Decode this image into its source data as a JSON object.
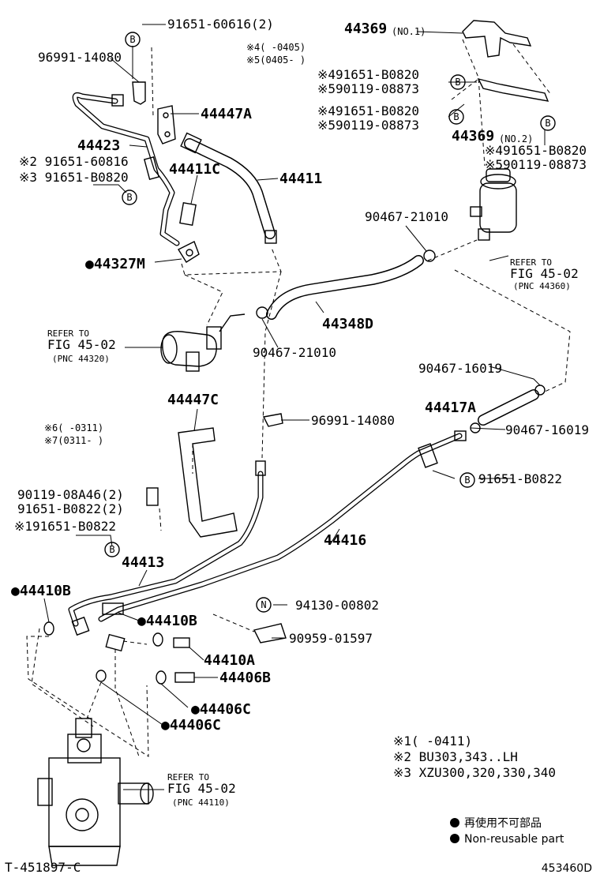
{
  "labels": {
    "p_91651_60616_2": "91651-60616(2)",
    "p_96991_14080_top": "96991-14080",
    "p_44447A": "44447A",
    "p_44423": "44423",
    "p_x2_91651_60816": "※2 91651-60816",
    "p_x3_91651_B0820": "※3 91651-B0820",
    "p_44411C": "44411C",
    "p_44411": "44411",
    "p_44327M": "●44327M",
    "p_refer_45_02_a_l1": "REFER TO",
    "p_refer_45_02_a_l2": "FIG 45-02",
    "p_refer_45_02_a_l3": "(PNC 44320)",
    "p_90467_21010_low": "90467-21010",
    "p_44348D": "44348D",
    "p_90467_21010_up": "90467-21010",
    "p_refer_45_02_b_l1": "REFER TO",
    "p_refer_45_02_b_l2": "FIG 45-02",
    "p_refer_45_02_b_l3": "(PNC 44360)",
    "p_note4_range": "※4(    -0405)",
    "p_note5_range": "※5(0405-    )",
    "p_44369_no1": "44369",
    "p_no1": "(NO.1)",
    "p_x4_91651_B0820_a": "※491651-B0820",
    "p_x5_90119_08873_a": "※590119-08873",
    "p_x4_91651_B0820_b": "※491651-B0820",
    "p_x5_90119_08873_b": "※590119-08873",
    "p_44369_no2": "44369",
    "p_no2": "(NO.2)",
    "p_x4_91651_B0820_c": "※491651-B0820",
    "p_x5_90119_08873_c": "※590119-08873",
    "p_90467_16019_a": "90467-16019",
    "p_44417A": "44417A",
    "p_90467_16019_b": "90467-16019",
    "p_44447C": "44447C",
    "p_96991_14080_mid": "96991-14080",
    "p_note6_range": "※6(    -0311)",
    "p_note7_range": "※7(0311-    )",
    "p_90119_08A46_2": "90119-08A46(2)",
    "p_91651_B0822_2": "91651-B0822(2)",
    "p_x1_91651_B0822": "※191651-B0822",
    "p_91651_B0822": "91651-B0822",
    "p_44413": "44413",
    "p_44416": "44416",
    "p_44410B_a": "●44410B",
    "p_44410B_b": "●44410B",
    "p_94130_00802": "94130-00802",
    "p_90959_01597": "90959-01597",
    "p_44410A": "44410A",
    "p_44406B": "44406B",
    "p_44406C_a": "●44406C",
    "p_44406C_b": "●44406C",
    "p_refer_45_02_c_l1": "REFER TO",
    "p_refer_45_02_c_l2": "FIG 45-02",
    "p_refer_45_02_c_l3": "(PNC 44110)"
  },
  "markers": {
    "bolt_symbol": "B",
    "nut_symbol": "N"
  },
  "notes": {
    "n1": "※1(     -0411)",
    "n2": "※2 BU303,343..LH",
    "n3": "※3 XZU300,320,330,340"
  },
  "legend": {
    "jp": "再使用不可部品",
    "en": "Non-reusable part"
  },
  "footer": {
    "left_code": "T-451897-C",
    "right_code": "453460D"
  }
}
